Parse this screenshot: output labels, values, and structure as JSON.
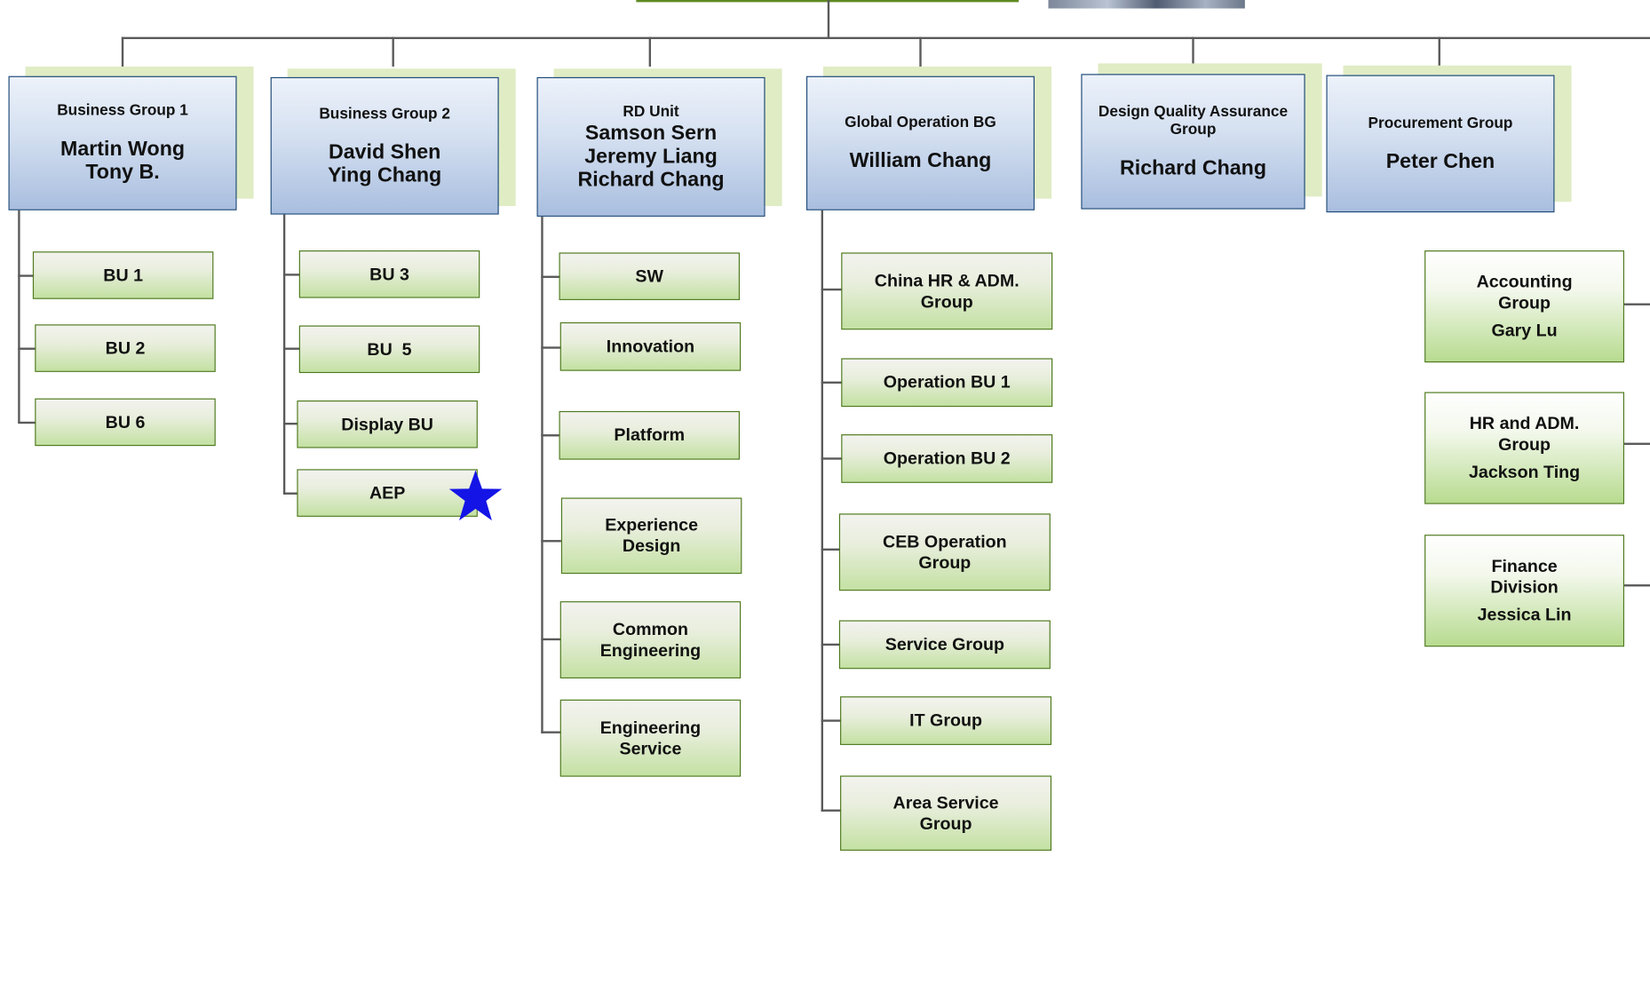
{
  "departments": [
    {
      "label": "Business Group 1",
      "names": [
        "Martin Wong",
        "Tony B."
      ]
    },
    {
      "label": "Business Group 2",
      "names": [
        "David Shen",
        "Ying Chang"
      ]
    },
    {
      "label": "RD Unit",
      "names": [
        "Samson Sern",
        "Jeremy Liang",
        "Richard Chang"
      ]
    },
    {
      "label": "Global Operation BG",
      "names": [
        "William Chang"
      ]
    },
    {
      "label": "Design Quality Assurance Group",
      "names": [
        "Richard Chang"
      ]
    },
    {
      "label": "Procurement Group",
      "names": [
        "Peter Chen"
      ]
    }
  ],
  "units": {
    "bg1": [
      "BU 1",
      "BU 2",
      "BU 6"
    ],
    "bg2": [
      "BU 3",
      "BU  5",
      "Display BU",
      "AEP"
    ],
    "rd": [
      "SW",
      "Innovation",
      "Platform",
      "Experience Design",
      "Common Engineering",
      "Engineering Service"
    ],
    "ops": [
      "China HR & ADM. Group",
      "Operation BU 1",
      "Operation BU 2",
      "CEB Operation Group",
      "Service Group",
      "IT Group",
      "Area Service Group"
    ]
  },
  "finance": [
    {
      "label": "Accounting Group",
      "name": "Gary Lu"
    },
    {
      "label": "HR and ADM. Group",
      "name": "Jackson Ting"
    },
    {
      "label": "Finance Division",
      "name": "Jessica Lin"
    }
  ],
  "markers": {
    "aep_star_color": "#1414e6"
  },
  "colors": {
    "header_border": "#1f4b7a",
    "unit_border": "#4e7a1d",
    "connector": "#5a5a5a"
  }
}
